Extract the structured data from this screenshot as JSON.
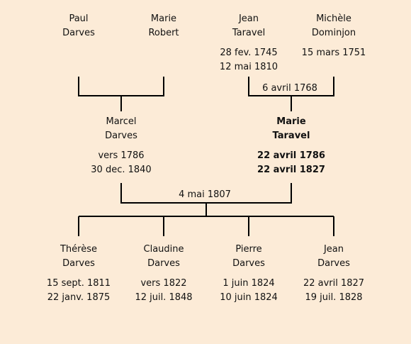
{
  "colors": {
    "background": "#fcebd7",
    "line": "#000000"
  },
  "grandparents": [
    {
      "first": "Paul",
      "last": "Darves",
      "birth": "",
      "death": ""
    },
    {
      "first": "Marie",
      "last": "Robert",
      "birth": "",
      "death": ""
    },
    {
      "first": "Jean",
      "last": "Taravel",
      "birth": "28 fev. 1745",
      "death": "12 mai 1810"
    },
    {
      "first": "Michèle",
      "last": "Dominjon",
      "birth": "15 mars 1751",
      "death": ""
    }
  ],
  "marriages": {
    "maternal_grandparents": "6 avril 1768",
    "parents": "4 mai 1807"
  },
  "parents": [
    {
      "first": "Marcel",
      "last": "Darves",
      "birth": "vers 1786",
      "death": "30 dec. 1840"
    },
    {
      "first": "Marie",
      "last": "Taravel",
      "birth": "22 avril 1786",
      "death": "22 avril 1827",
      "highlighted": true
    }
  ],
  "children": [
    {
      "first": "Thérèse",
      "last": "Darves",
      "birth": "15 sept. 1811",
      "death": "22 janv. 1875"
    },
    {
      "first": "Claudine",
      "last": "Darves",
      "birth": "vers 1822",
      "death": "12 juil. 1848"
    },
    {
      "first": "Pierre",
      "last": "Darves",
      "birth": "1 juin 1824",
      "death": "10 juin 1824"
    },
    {
      "first": "Jean",
      "last": "Darves",
      "birth": "22 avril 1827",
      "death": "19 juil. 1828"
    }
  ]
}
